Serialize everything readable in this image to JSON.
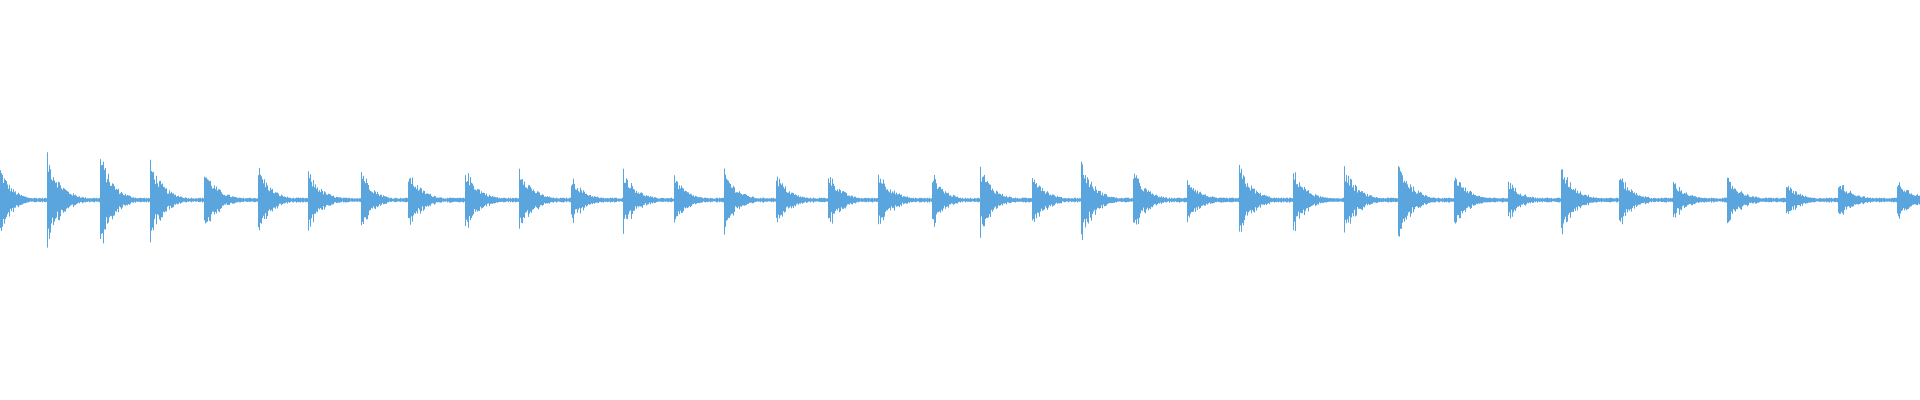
{
  "waveform": {
    "color": "#5AA5DE",
    "background": "#ffffff",
    "onsets": [
      0.0,
      0.024,
      0.052,
      0.078,
      0.106,
      0.134,
      0.16,
      0.188,
      0.212,
      0.242,
      0.27,
      0.297,
      0.324,
      0.351,
      0.377,
      0.404,
      0.431,
      0.457,
      0.485,
      0.51,
      0.537,
      0.563,
      0.59,
      0.618,
      0.645,
      0.673,
      0.7,
      0.728,
      0.757,
      0.785,
      0.813,
      0.843,
      0.871,
      0.899,
      0.93,
      0.957,
      0.988
    ],
    "peaks": [
      0.22,
      0.32,
      0.32,
      0.26,
      0.22,
      0.24,
      0.2,
      0.22,
      0.2,
      0.22,
      0.24,
      0.17,
      0.22,
      0.16,
      0.2,
      0.18,
      0.2,
      0.21,
      0.2,
      0.24,
      0.22,
      0.26,
      0.2,
      0.16,
      0.24,
      0.22,
      0.22,
      0.26,
      0.2,
      0.14,
      0.22,
      0.18,
      0.14,
      0.16,
      0.12,
      0.14,
      0.14
    ],
    "decay": 0.55,
    "noise_floor": 0.015
  }
}
